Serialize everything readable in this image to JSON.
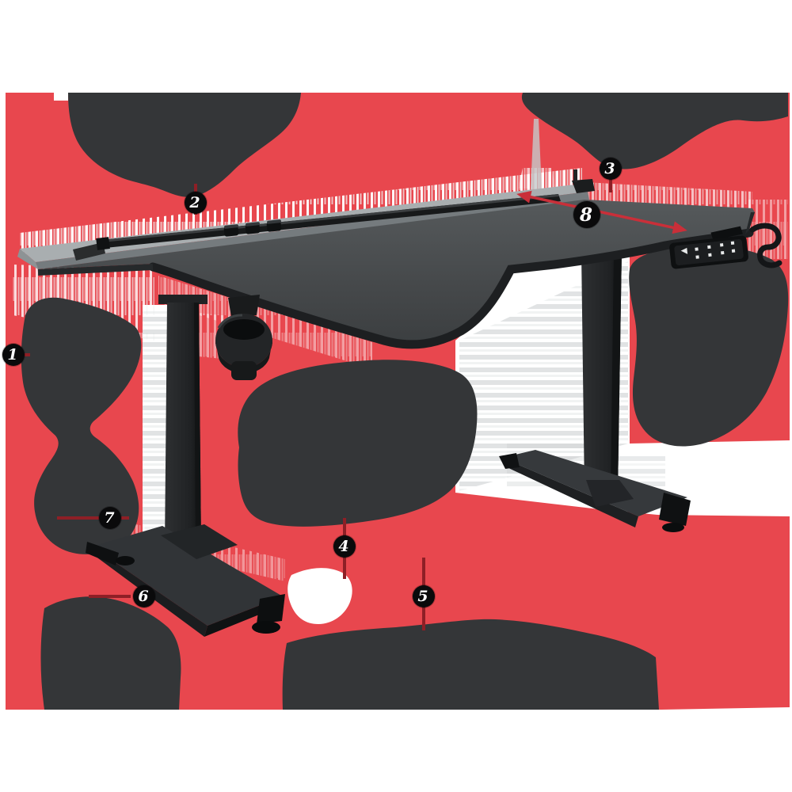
{
  "diagram": {
    "type": "annotated-product-diagram",
    "subject": "electric height-adjustable standing desk with accessories",
    "callouts": [
      {
        "number": "1"
      },
      {
        "number": "2"
      },
      {
        "number": "3"
      },
      {
        "number": "4"
      },
      {
        "number": "5"
      },
      {
        "number": "6"
      },
      {
        "number": "7"
      },
      {
        "number": "8"
      }
    ],
    "dimension_arrow": {
      "for_callout": "8",
      "style": "double-headed",
      "color": "#c92f39"
    },
    "colors": {
      "page_background": "#ffffff",
      "overlay_red": "#e8474e",
      "label_blob_charcoal": "#343638",
      "callout_circle": "#0a0a0b",
      "callout_number": "#ffffff",
      "dimension_line_dark_red": "#8e1f26",
      "dimension_arrow_red": "#c92f39",
      "desk_top_gray": "#46494b",
      "back_rail_gray": "#a9aeb0"
    }
  }
}
